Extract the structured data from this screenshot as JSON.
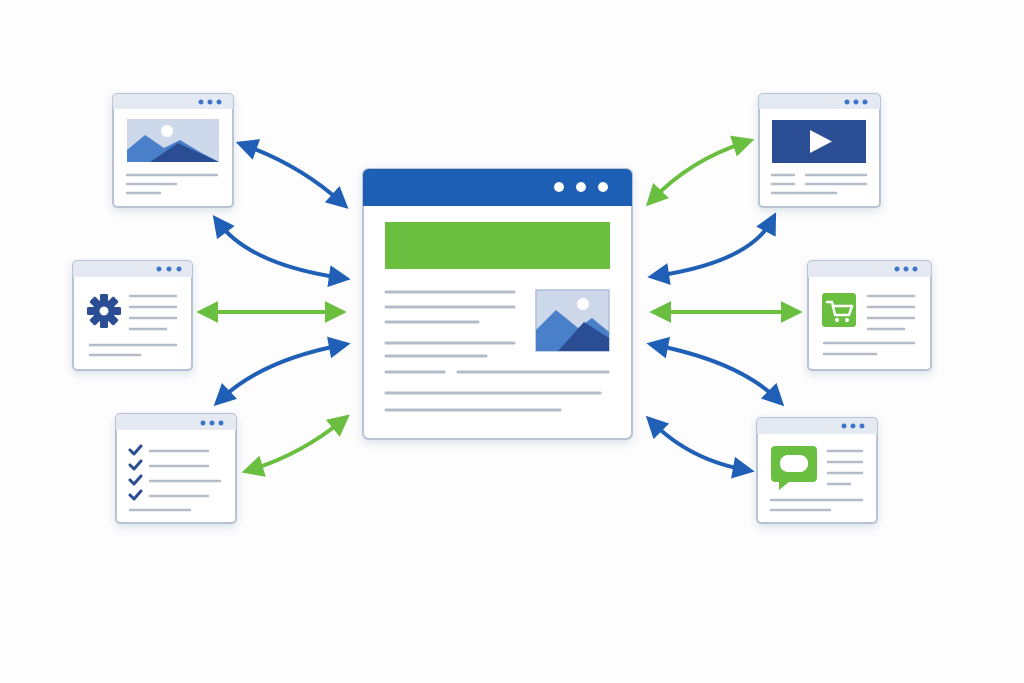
{
  "colors": {
    "background": "#fdfdfe",
    "blue": "#1f5fb5",
    "blue_dark": "#2b4d94",
    "green": "#6abf40",
    "line_gray": "#b5bcc9",
    "titlebar_light": "#e4e9f2",
    "window_border": "#b9c3d3",
    "dot_blue": "#3c74c9"
  },
  "diagram": {
    "hub": {
      "name": "main-web-page",
      "title_bar": "blue",
      "banner": "green"
    },
    "satellites": [
      {
        "name": "image-page",
        "icon": "image-icon",
        "connector": "blue"
      },
      {
        "name": "settings-page",
        "icon": "gear-icon",
        "connector": "green"
      },
      {
        "name": "checklist-page",
        "icon": "checklist-icon",
        "connector": "blue"
      },
      {
        "name": "video-page",
        "icon": "video-play-icon",
        "connector": "green"
      },
      {
        "name": "shop-page",
        "icon": "shopping-cart-icon",
        "connector": "blue"
      },
      {
        "name": "chat-page",
        "icon": "chat-bubble-icon",
        "connector": "green"
      }
    ]
  }
}
